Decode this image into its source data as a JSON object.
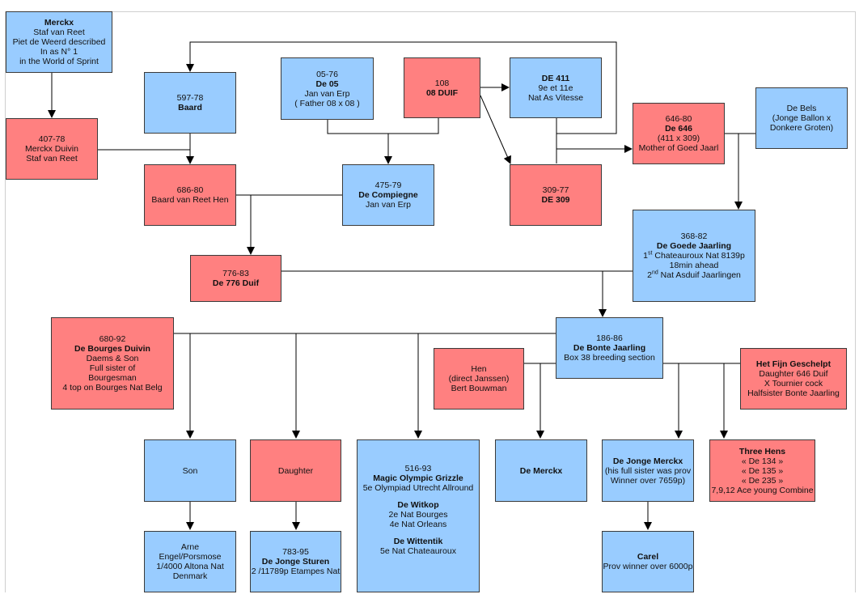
{
  "colors": {
    "male": "#99ccff",
    "female": "#ff8080",
    "line": "#000000"
  },
  "nodes": {
    "merckx_top": {
      "lines": [
        {
          "t": "Merckx",
          "b": true
        },
        {
          "t": "Staf van Reet"
        },
        {
          "t": "Piet de Weerd described"
        },
        {
          "t": "In as N° 1"
        },
        {
          "t": "in the World of Sprint"
        }
      ]
    },
    "n407_78": {
      "lines": [
        {
          "t": "407-78"
        },
        {
          "t": "Merckx Duivin"
        },
        {
          "t": "Staf van Reet"
        }
      ]
    },
    "n597_78": {
      "lines": [
        {
          "t": "597-78"
        },
        {
          "t": "Baard",
          "b": true
        }
      ]
    },
    "n05_76": {
      "lines": [
        {
          "t": "05-76"
        },
        {
          "t": "De 05",
          "b": true
        },
        {
          "t": "Jan van Erp"
        },
        {
          "t": "( Father 08 x 08 )"
        }
      ]
    },
    "n108": {
      "lines": [
        {
          "t": "108"
        },
        {
          "t": "08 DUIF",
          "b": true
        }
      ]
    },
    "de411": {
      "lines": [
        {
          "t": "DE 411",
          "b": true
        },
        {
          "t": "9e et 11e"
        },
        {
          "t": "Nat As Vitesse"
        }
      ]
    },
    "n646_80": {
      "lines": [
        {
          "t": "646-80"
        },
        {
          "t": "De 646",
          "b": true
        },
        {
          "t": "(411 x 309)"
        },
        {
          "t": "Mother of Goed Jaarl"
        }
      ]
    },
    "de_bels": {
      "lines": [
        {
          "t": "De Bels"
        },
        {
          "t": "(Jonge Ballon x"
        },
        {
          "t": "Donkere Groten)"
        }
      ]
    },
    "n686_80": {
      "lines": [
        {
          "t": "686-80"
        },
        {
          "t": "Baard van Reet Hen"
        }
      ]
    },
    "n475_79": {
      "lines": [
        {
          "t": "475-79"
        },
        {
          "t": "De Compiegne",
          "b": true
        },
        {
          "t": "Jan van Erp"
        }
      ]
    },
    "n309_77": {
      "lines": [
        {
          "t": "309-77"
        },
        {
          "t": "DE 309",
          "b": true
        }
      ]
    },
    "n368_82": {
      "lines": [
        {
          "t": "368-82"
        },
        {
          "t": "De Goede Jaarling",
          "b": true
        },
        {
          "t": "1st Chateauroux Nat 8139p"
        },
        {
          "t": "18min ahead"
        },
        {
          "t": "2nd Nat Asduif Jaarlingen"
        }
      ]
    },
    "n776_83": {
      "lines": [
        {
          "t": "776-83"
        },
        {
          "t": "De 776 Duif",
          "b": true
        }
      ]
    },
    "n680_92": {
      "lines": [
        {
          "t": "680-92"
        },
        {
          "t": "De Bourges Duivin",
          "b": true
        },
        {
          "t": "Daems & Son"
        },
        {
          "t": "Full sister of"
        },
        {
          "t": "Bourgesman"
        },
        {
          "t": "4 top on Bourges Nat Belg"
        }
      ]
    },
    "n186_86": {
      "lines": [
        {
          "t": "186-86"
        },
        {
          "t": "De Bonte Jaarling",
          "b": true
        },
        {
          "t": "Box 38 breeding section"
        }
      ]
    },
    "hen": {
      "lines": [
        {
          "t": "Hen"
        },
        {
          "t": "(direct Janssen)"
        },
        {
          "t": "Bert Bouwman"
        }
      ]
    },
    "fijn": {
      "lines": [
        {
          "t": "Het Fijn Geschelpt",
          "b": true
        },
        {
          "t": "Daughter 646 Duif"
        },
        {
          "t": "X Tournier cock"
        },
        {
          "t": "Halfsister Bonte Jaarling"
        }
      ]
    },
    "son": {
      "lines": [
        {
          "t": "Son"
        }
      ]
    },
    "daughter": {
      "lines": [
        {
          "t": "Daughter"
        }
      ]
    },
    "n516_93": {
      "lines": [
        {
          "t": "516-93"
        },
        {
          "t": "Magic Olympic Grizzle",
          "b": true
        },
        {
          "t": "5e Olympiad Utrecht Allround"
        },
        {
          "t": "",
          "gap": true
        },
        {
          "t": "De Witkop",
          "b": true
        },
        {
          "t": "2e Nat Bourges"
        },
        {
          "t": "4e Nat Orleans"
        },
        {
          "t": "",
          "gap": true
        },
        {
          "t": "De Wittentik",
          "b": true
        },
        {
          "t": "5e Nat Chateauroux"
        }
      ]
    },
    "de_merckx": {
      "lines": [
        {
          "t": "De Merckx",
          "b": true
        }
      ]
    },
    "jonge_merckx": {
      "lines": [
        {
          "t": "De Jonge Merckx",
          "b": true
        },
        {
          "t": "(his full sister was prov"
        },
        {
          "t": "Winner over 7659p)"
        }
      ]
    },
    "three_hens": {
      "lines": [
        {
          "t": "Three Hens",
          "b": true
        },
        {
          "t": "« De 134 »"
        },
        {
          "t": "« De 135 »"
        },
        {
          "t": "« De 235 »"
        },
        {
          "t": "7,9,12 Ace young Combine"
        }
      ]
    },
    "arne": {
      "lines": [
        {
          "t": "Arne"
        },
        {
          "t": "Engel/Porsmose"
        },
        {
          "t": "1/4000 Altona Nat"
        },
        {
          "t": "Denmark"
        }
      ]
    },
    "n783_95": {
      "lines": [
        {
          "t": "783-95"
        },
        {
          "t": "De Jonge Sturen",
          "b": true
        },
        {
          "t": "2 /11789p Etampes Nat"
        }
      ]
    },
    "carel": {
      "lines": [
        {
          "t": "Carel",
          "b": true
        },
        {
          "t": "Prov winner over 6000p"
        }
      ]
    }
  }
}
